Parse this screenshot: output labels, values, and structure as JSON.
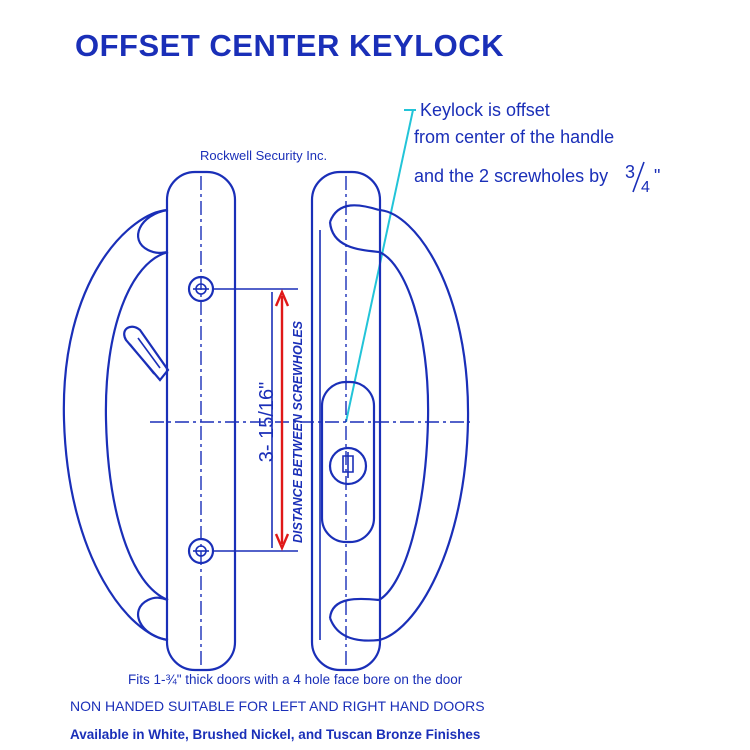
{
  "title": "OFFSET CENTER KEYLOCK",
  "company": "Rockwell Security Inc.",
  "callout": {
    "line1": "Keylock is offset",
    "line2": "from center  of the handle",
    "line3": "and the 2 screwholes by",
    "fraction_num": "3",
    "fraction_den": "4",
    "inch_mark": "\""
  },
  "dimension": {
    "value": "3- 15/16\"",
    "label": "DISTANCE BETWEEN SCREWHOLES"
  },
  "footer": {
    "line1": "Fits 1-¾\" thick doors with a 4 hole face bore on the door",
    "line2": "NON HANDED SUITABLE FOR LEFT AND RIGHT HAND DOORS",
    "line3": "Available in White, Brushed Nickel, and Tuscan Bronze Finishes"
  },
  "colors": {
    "ink": "#1a2fb8",
    "leader": "#22c4d8",
    "dimension_arrow": "#e01818"
  }
}
